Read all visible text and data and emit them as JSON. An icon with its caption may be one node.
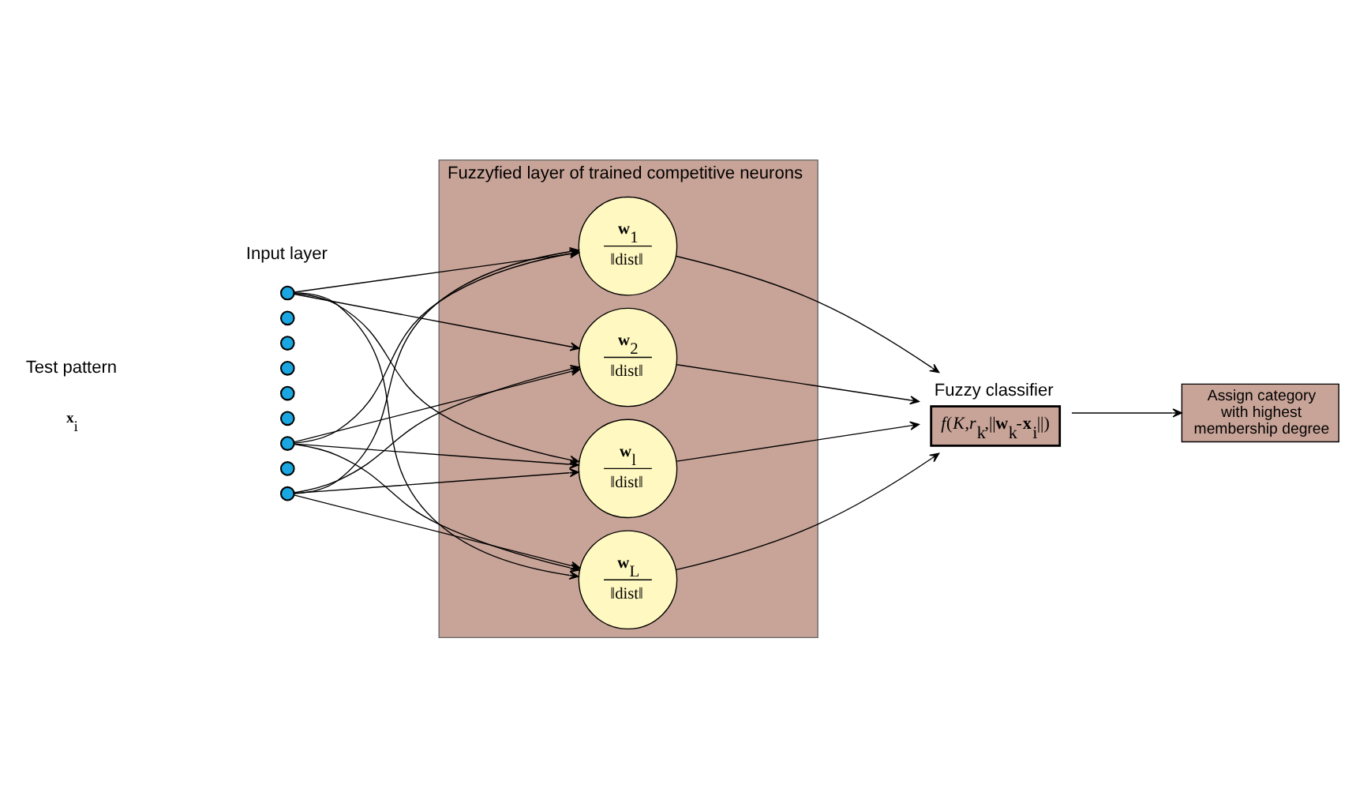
{
  "diagram": {
    "nodes": [
      {
        "text": [],
        "shape": "circle"
      },
      {
        "text": [],
        "shape": "circle"
      },
      {
        "text": [],
        "shape": "circle"
      },
      {
        "text": [],
        "shape": "circle"
      },
      {
        "text": [],
        "shape": "circle"
      },
      {
        "text": [],
        "shape": "circle"
      },
      {
        "text": [],
        "shape": "circle"
      },
      {
        "text": [],
        "shape": "circle"
      },
      {
        "text": [],
        "shape": "circle"
      },
      {
        "text": [
          "Fuzzyfied layer of trained competitive neurons"
        ]
      },
      {
        "text": [
          "**w**$_{1}$",
          "‖dist‖"
        ],
        "in": 9
      },
      {
        "text": [
          "**w**$_{2}$",
          "‖dist‖"
        ],
        "in": 9
      },
      {
        "text": [
          "**w**$_{l}$",
          "‖dist‖"
        ],
        "in": 9
      },
      {
        "text": [
          "**w**$_{L}$",
          "‖dist‖"
        ],
        "in": 9
      },
      {
        "text": [
          "Fuzzy classifier",
          "*f*(*K*,*r*$_{k}$,||**w**$_{k}$-**x**$_{i}$||)"
        ]
      },
      {
        "text": [
          "Assign category with highest membership degree"
        ]
      }
    ],
    "edges": [
      {
        "from": 0,
        "to": 10,
        "arrow": "to"
      },
      {
        "from": 0,
        "to": 11,
        "arrow": "to"
      },
      {
        "from": 0,
        "to": 12,
        "arrow": "to"
      },
      {
        "from": 0,
        "to": 13,
        "arrow": "to"
      },
      {
        "from": 6,
        "to": 10,
        "arrow": "to"
      },
      {
        "from": 6,
        "to": 11,
        "arrow": "to"
      },
      {
        "from": 6,
        "to": 12,
        "arrow": "to"
      },
      {
        "from": 6,
        "to": 13,
        "arrow": "to"
      },
      {
        "from": 8,
        "to": 10,
        "arrow": "to"
      },
      {
        "from": 8,
        "to": 11,
        "arrow": "to"
      },
      {
        "from": 8,
        "to": 12,
        "arrow": "to"
      },
      {
        "from": 8,
        "to": 13,
        "arrow": "to"
      },
      {
        "from": 10,
        "to": 14,
        "arrow": "to"
      },
      {
        "from": 11,
        "to": 14,
        "arrow": "to"
      },
      {
        "from": 12,
        "to": 14,
        "arrow": "to"
      },
      {
        "from": 13,
        "to": 14,
        "arrow": "to"
      },
      {
        "from": 14,
        "to": 15,
        "arrow": "to"
      }
    ],
    "labels": [
      "Input layer",
      "Test pattern",
      "**x**$_{i}$"
    ]
  }
}
